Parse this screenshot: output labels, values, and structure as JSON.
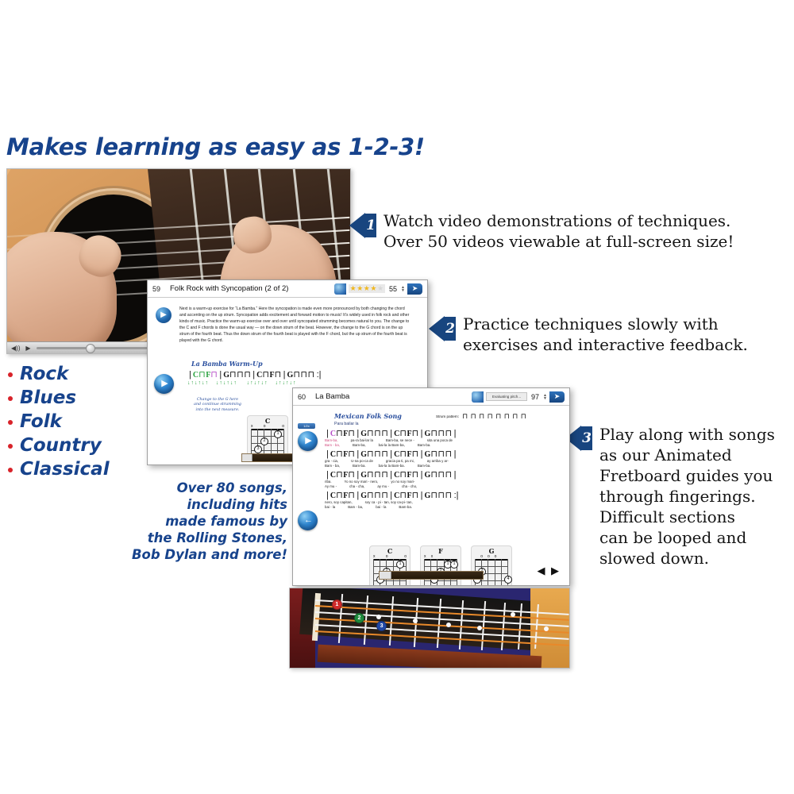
{
  "headline": "Makes learning as easy as 1-2-3!",
  "genres": {
    "items": [
      "Rock",
      "Blues",
      "Folk",
      "Country",
      "Classical"
    ],
    "bullet_color": "#d8232a",
    "text_color": "#17438c"
  },
  "songs_blurb": {
    "line1": "Over 80 songs,",
    "line2": "including hits",
    "line3": "made famous by",
    "line4": "the Rolling Stones,",
    "line5": "Bob Dylan and more!"
  },
  "callouts": [
    {
      "number": "1",
      "line1": "Watch video demonstrations of techniques.",
      "line2": "Over 50 videos viewable at full-screen size!"
    },
    {
      "number": "2",
      "line1": "Practice techniques slowly with",
      "line2": "exercises and interactive feedback."
    },
    {
      "number": "3",
      "line1": "Play along with songs",
      "line2": "as our Animated",
      "line3": "Fretboard guides you",
      "line4": "through fingerings.",
      "line5": "Difficult sections",
      "line6": "can be looped and",
      "line7": "slowed down."
    }
  ],
  "video_player": {
    "rewind_icon": "rewind-icon",
    "play_icon": "play-icon",
    "volume_icon": "volume-icon"
  },
  "window2": {
    "page_number": "59",
    "title": "Folk Rock with Syncopation (2 of 2)",
    "rating": {
      "filled_stars": 4,
      "total_stars": 5,
      "score": "55"
    },
    "go_icon": "go-arrow-icon",
    "paragraph": "Next is a warm-up exercise for “La Bamba.” Here the syncopation is made even more pronounced by both changing the chord and accenting on the up strum. Syncopation adds excitement and forward motion to music! It’s widely used in folk rock and other kinds of music. Practice the warm-up exercise over and over until syncopated strumming becomes natural to you. The change to the C and F chords is done the usual way — on the down strum of the beat. However, the change to the G chord is on the up strum of the fourth beat. Thus the down strum of the fourth beat is played with the F chord, but the up strum of the fourth beat is played with the G chord.",
    "exercise_title": "La Bamba Warm-Up",
    "measures": [
      "C",
      "F",
      "G",
      "C",
      "F",
      "G"
    ],
    "annotation": {
      "line1": "Change to the G here",
      "line2": "and continue strumming",
      "line3": "into the next measure."
    },
    "chord_diagram": {
      "name": "C",
      "markers": [
        "x",
        "",
        "o",
        "",
        "",
        "o"
      ]
    }
  },
  "window3": {
    "page_number": "60",
    "title": "La Bamba",
    "status": "Evaluating pitch...",
    "score": "97",
    "go_icon": "go-arrow-icon",
    "song_credit": "Mexican Folk Song",
    "lead_in": "Para bailar la",
    "strum_label": "Strum pattern:",
    "staff_rows": [
      {
        "chords": [
          "C",
          "F",
          "G",
          "C",
          "F",
          "G"
        ],
        "lyrics_top": [
          "Bam-ba,",
          "pa-ra bai-lar   la",
          "Bam-ba, se   nece -",
          "sita  una poca de"
        ],
        "lyrics_bottom": [
          "Bam  -  ba,",
          "Bam-ba,",
          "bai-la  la  Bam-ba,",
          "Bam-ba."
        ]
      },
      {
        "chords": [
          "C",
          "F",
          "G",
          "C",
          "F",
          "G"
        ],
        "lyrics_top": [
          "gra - cia,",
          "U-na  po-ca de",
          "gracia pa ti, pa   mi,",
          "ay   arriba y ar-"
        ],
        "lyrics_bottom": [
          "Bam  -  ba,",
          "Bam-ba.",
          "bai-la   la Bam-ba.",
          "Bam-ba."
        ]
      },
      {
        "chords": [
          "C",
          "F",
          "G",
          "C",
          "F",
          "G"
        ],
        "lyrics_top": [
          "riba.",
          "Yo  no  soy  mari  -  nero,",
          "yo  no  soy mari-"
        ],
        "lyrics_bottom": [
          "Ay      mu  -",
          "cha - cha,",
          "ay      mu  -",
          "cha - cho,"
        ]
      },
      {
        "chords": [
          "C",
          "F",
          "G",
          "C",
          "F",
          "G"
        ],
        "lyrics_top": [
          "nero, soy capitan,",
          "soy  ca - pi -  tan, soy  ca-pi- tan,"
        ],
        "lyrics_bottom": [
          "bai   -   la",
          "Bam - ba,",
          "bai   -   la",
          "Bam-ba."
        ]
      }
    ],
    "chord_diagrams": [
      {
        "name": "C",
        "markers": "x  o   o"
      },
      {
        "name": "F",
        "markers": "x x"
      },
      {
        "name": "G",
        "markers": "o o o"
      }
    ],
    "nav": {
      "prev_icon": "prev-arrow-icon",
      "next_icon": "next-arrow-icon"
    }
  },
  "fretboard": {
    "fingers": [
      {
        "label": "1",
        "color": "#d02b2b"
      },
      {
        "label": "2",
        "color": "#1e8a3c"
      },
      {
        "label": "3",
        "color": "#2148a6"
      }
    ]
  }
}
